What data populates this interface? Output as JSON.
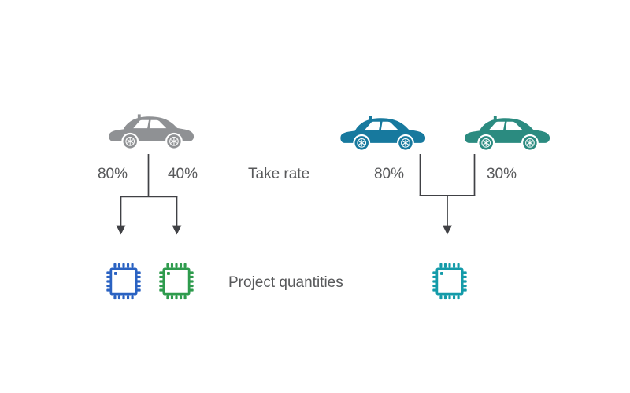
{
  "colors": {
    "gray_car": "#8F9194",
    "blue_car": "#17799E",
    "teal_car": "#2B8B80",
    "blue_chip": "#2A62C2",
    "green_chip": "#2E9B4D",
    "teal_chip": "#149BA9",
    "line": "#404145",
    "text": "#58595B",
    "bg": "#FFFFFF"
  },
  "labels": {
    "take_rate": "Take rate",
    "project_quantities": "Project quantities"
  },
  "left_group": {
    "car_icon": "gray-sedan-car-icon",
    "branches": [
      {
        "rate": "80%",
        "chip_icon": "blue-chip-icon"
      },
      {
        "rate": "40%",
        "chip_icon": "green-chip-icon"
      }
    ]
  },
  "right_group": {
    "car_icons": [
      "blue-sedan-car-icon",
      "teal-sedan-car-icon"
    ],
    "branches": [
      {
        "rate": "80%"
      },
      {
        "rate": "30%"
      }
    ],
    "chip_icon": "teal-chip-icon"
  }
}
